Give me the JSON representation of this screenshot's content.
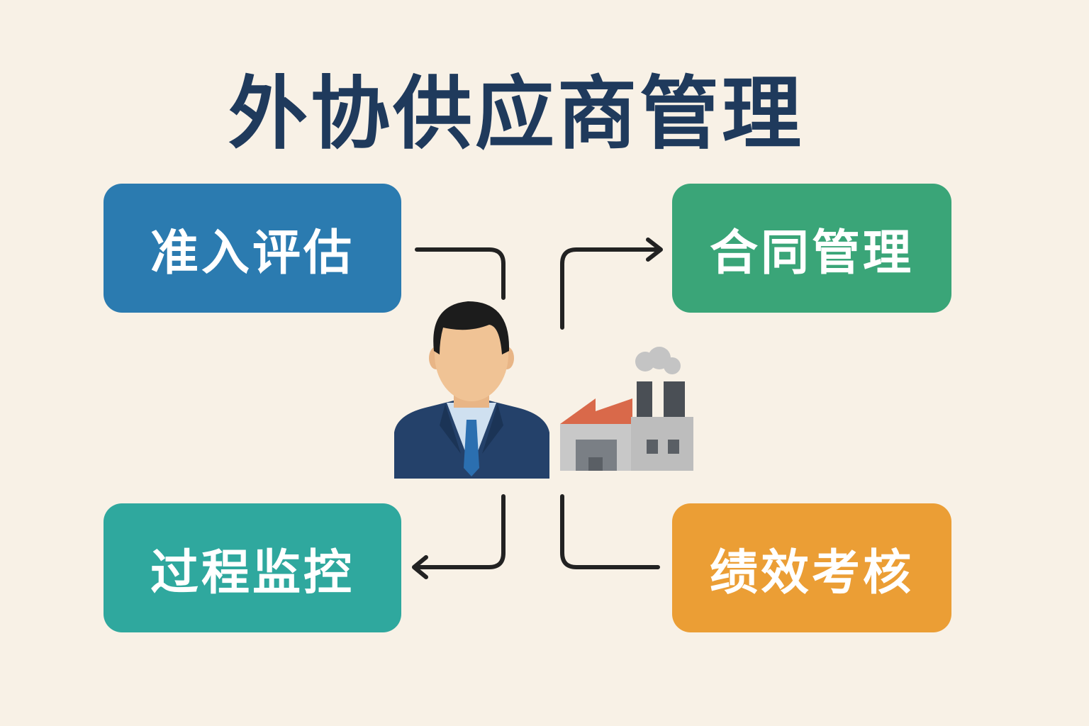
{
  "title": "外协供应商管理",
  "steps": [
    {
      "label": "准入评估",
      "color": "#2b7bb0"
    },
    {
      "label": "合同管理",
      "color": "#3aa578"
    },
    {
      "label": "过程监控",
      "color": "#2fa89e"
    },
    {
      "label": "绩效考核",
      "color": "#eb9e35"
    }
  ],
  "icons": [
    "manager-icon",
    "factory-icon"
  ]
}
